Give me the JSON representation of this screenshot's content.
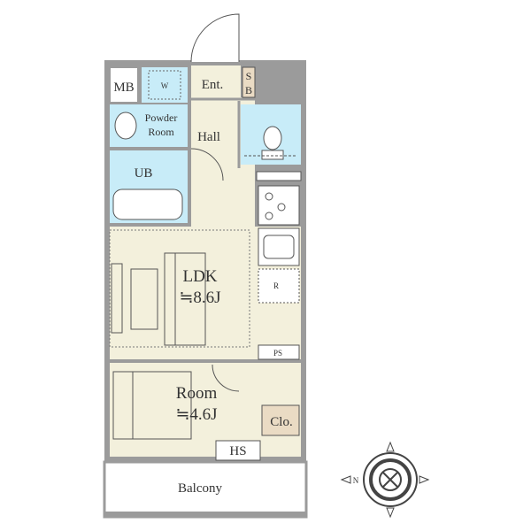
{
  "rooms": {
    "mb": "MB",
    "w": "W",
    "ent": "Ent.",
    "sb_s": "S",
    "sb_b": "B",
    "powder_line1": "Powder",
    "powder_line2": "Room",
    "hall": "Hall",
    "ub": "UB",
    "ldk": "LDK",
    "ldk_size": "≒8.6J",
    "r": "R",
    "ps": "PS",
    "room": "Room",
    "room_size": "≒4.6J",
    "clo": "Clo.",
    "hs": "HS",
    "balcony": "Balcony"
  },
  "compass": {
    "label": "N"
  },
  "colors": {
    "wall": "#9b9b9b",
    "floor": "#f3f0dc",
    "water": "#c8ecf8",
    "closet": "#eadbc4",
    "white": "#ffffff"
  }
}
